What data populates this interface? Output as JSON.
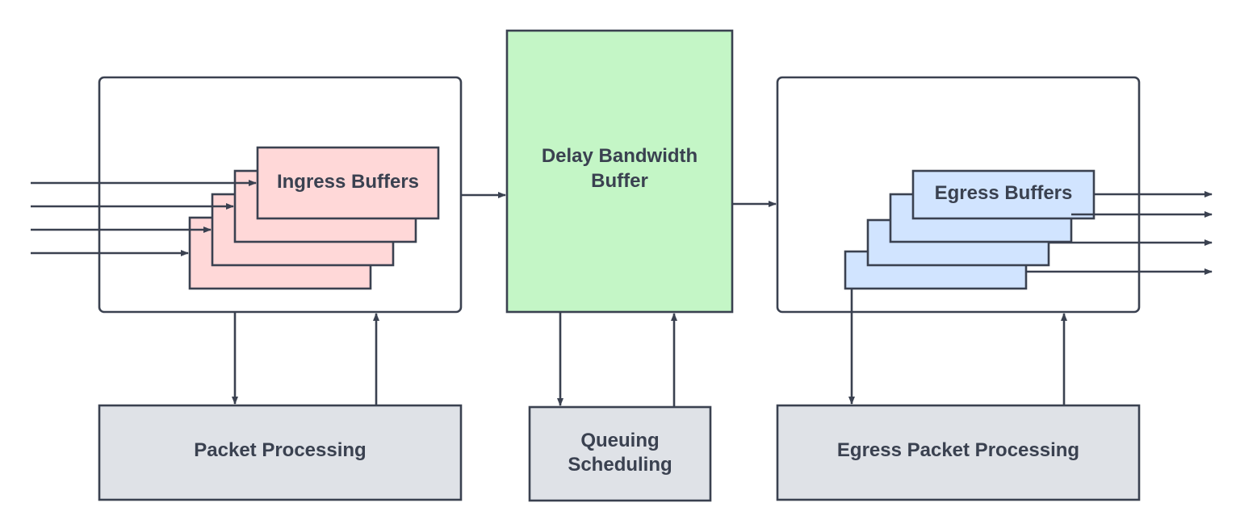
{
  "colors": {
    "stroke": "#3a4150",
    "text": "#3a4150",
    "ingress_fill": "#ffd8d8",
    "delay_fill": "#c4f6c6",
    "egress_fill": "#d1e4ff",
    "processing_fill": "#dfe2e7",
    "container_fill": "#ffffff"
  },
  "nodes": {
    "ingress_buffers": {
      "label": "Ingress Buffers"
    },
    "delay_buffer": {
      "line1": "Delay Bandwidth",
      "line2": "Buffer"
    },
    "egress_buffers": {
      "label": "Egress Buffers"
    },
    "packet_processing": {
      "label": "Packet Processing"
    },
    "queuing_scheduling": {
      "line1": "Queuing",
      "line2": "Scheduling"
    },
    "egress_packet_processing": {
      "label": "Egress Packet Processing"
    }
  },
  "ingress_buffer_stack_count": 4,
  "egress_buffer_stack_count": 4,
  "icons": [
    "arrowhead-icon"
  ]
}
